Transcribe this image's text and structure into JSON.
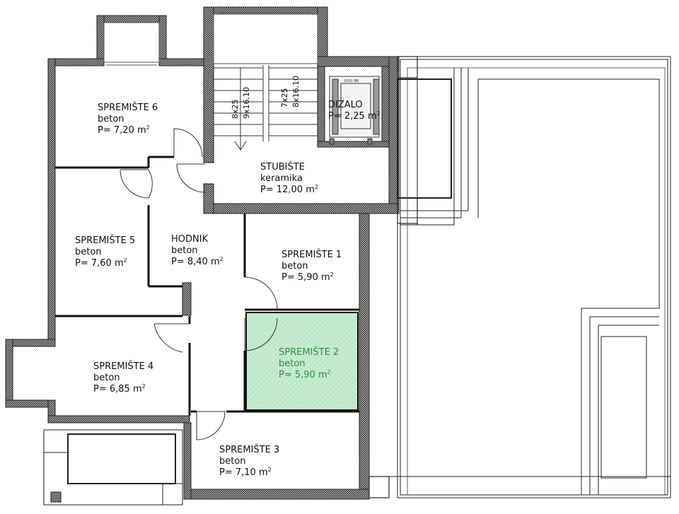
{
  "rooms": [
    {
      "key": "spremiste6",
      "name": "SPREMIŠTE 6",
      "material": "beton",
      "area": "P= 7,20 m"
    },
    {
      "key": "spremiste5",
      "name": "SPREMIŠTE 5",
      "material": "beton",
      "area": "P= 7,60 m"
    },
    {
      "key": "hodnik",
      "name": "HODNIK",
      "material": "beton",
      "area": "P= 8,40 m"
    },
    {
      "key": "stubiste",
      "name": "STUBIŠTE",
      "material": "keramika",
      "area": "P= 12,00 m"
    },
    {
      "key": "dizalo",
      "name": "DIZALO",
      "material": "",
      "area": "P= 2,25 m"
    },
    {
      "key": "spremiste1",
      "name": "SPREMIŠTE 1",
      "material": "beton",
      "area": "P= 5,90 m"
    },
    {
      "key": "spremiste2",
      "name": "SPREMIŠTE 2",
      "material": "beton",
      "area": "P= 5,90 m",
      "highlighted": true
    },
    {
      "key": "spremiste4",
      "name": "SPREMIŠTE 4",
      "material": "beton",
      "area": "P= 6,85 m"
    },
    {
      "key": "spremiste3",
      "name": "SPREMIŠTE 3",
      "material": "beton",
      "area": "P= 7,10 m"
    }
  ],
  "area_unit_superscript": "2",
  "stairs": {
    "flight_left": {
      "line1": "8x25",
      "line2": "9x16,10"
    },
    "flight_right": {
      "line1": "7x25",
      "line2": "8x16,10"
    }
  },
  "elevator_tag": "1000 BB",
  "colors": {
    "highlight_fill": "#c7ebd1",
    "highlight_text": "#2e8f4a",
    "wall_hatch": "#3a3a3a"
  }
}
